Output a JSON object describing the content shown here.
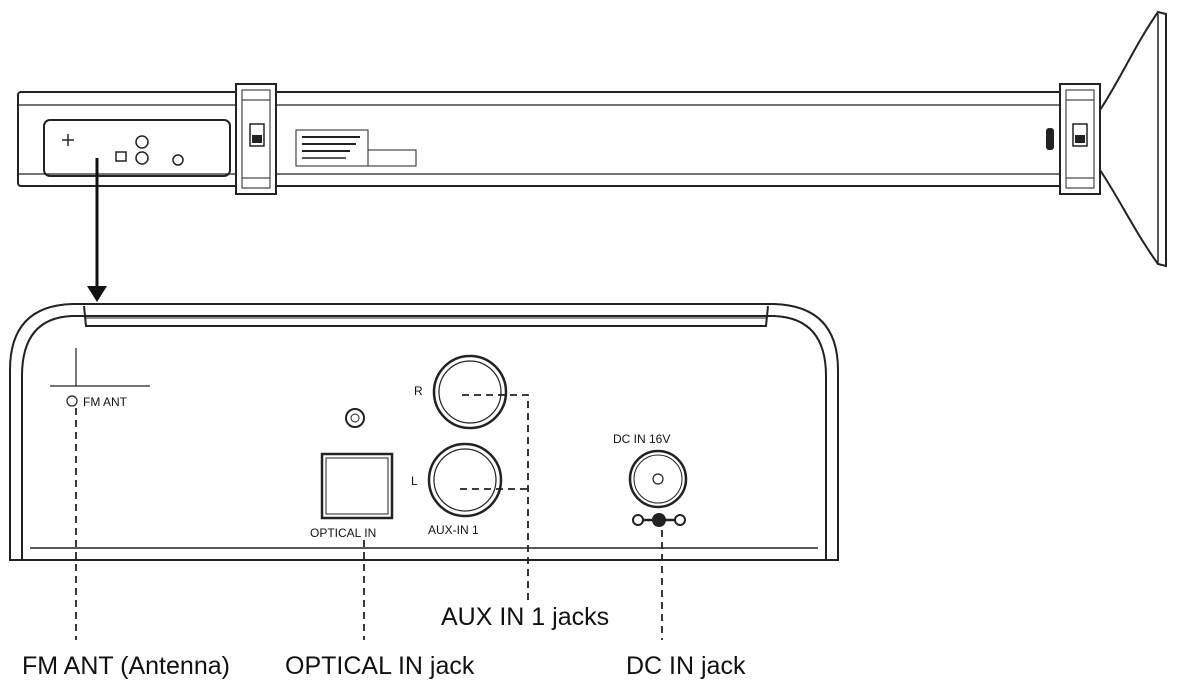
{
  "panel_labels": {
    "fm_ant": "FM ANT",
    "aux_r": "R",
    "aux_l": "L",
    "optical_in": "OPTICAL IN",
    "aux_in_1": "AUX-IN 1",
    "dc_in_16v": "DC IN 16V"
  },
  "callouts": {
    "fm_ant": "FM ANT (Antenna)",
    "optical_in": "OPTICAL IN jack",
    "aux_in": "AUX IN 1 jacks",
    "dc_in": "DC IN jack"
  },
  "colors": {
    "line": "#222222",
    "panel_fill": "#ffffff",
    "label_fill": "#333333"
  }
}
